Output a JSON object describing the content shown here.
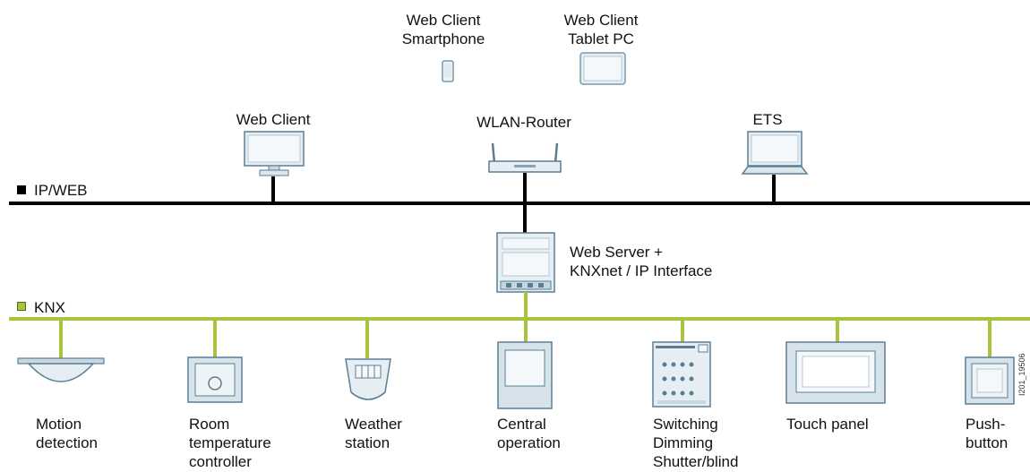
{
  "buses": {
    "ip_label": "IP/WEB",
    "knx_label": "KNX"
  },
  "colors": {
    "ip_line": "#000000",
    "knx_line": "#a8c43a",
    "device_fill": "#e6eef3",
    "device_stroke": "#5a7f95"
  },
  "top_devices": {
    "smartphone": "Web Client\nSmartphone",
    "tablet": "Web Client\nTablet PC",
    "web_client": "Web Client",
    "router": "WLAN-Router",
    "ets": "ETS"
  },
  "server": {
    "label": "Web Server  +\nKNXnet / IP Interface"
  },
  "knx_devices": [
    {
      "label": "Motion\ndetection",
      "icon": "motion-detector-icon"
    },
    {
      "label": "Room\ntemperature\ncontroller",
      "icon": "room-thermostat-icon"
    },
    {
      "label": "Weather\nstation",
      "icon": "weather-station-icon"
    },
    {
      "label": "Central\noperation",
      "icon": "central-operation-icon"
    },
    {
      "label": "Switching\nDimming\nShutter/blind",
      "icon": "actuator-icon"
    },
    {
      "label": "Touch panel",
      "icon": "touch-panel-icon"
    },
    {
      "label": "Push-\nbutton",
      "icon": "pushbutton-icon"
    }
  ],
  "reference": "I201_19506"
}
